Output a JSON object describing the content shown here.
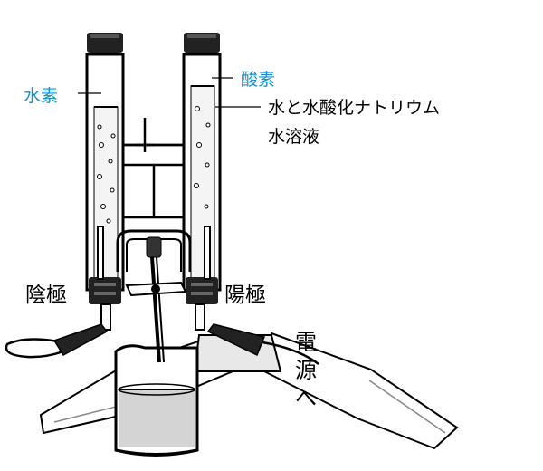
{
  "labels": {
    "hydrogen": "水素",
    "oxygen": "酸素",
    "solution_line1": "水と水酸化ナトリウム",
    "solution_line2": "水溶液",
    "cathode": "陰極",
    "anode": "陽極",
    "power_line1": "電",
    "power_line2": "源",
    "power_line3": "へ"
  },
  "colors": {
    "gas_label": "#1a8fc9",
    "ink": "#000000",
    "background": "#ffffff"
  }
}
